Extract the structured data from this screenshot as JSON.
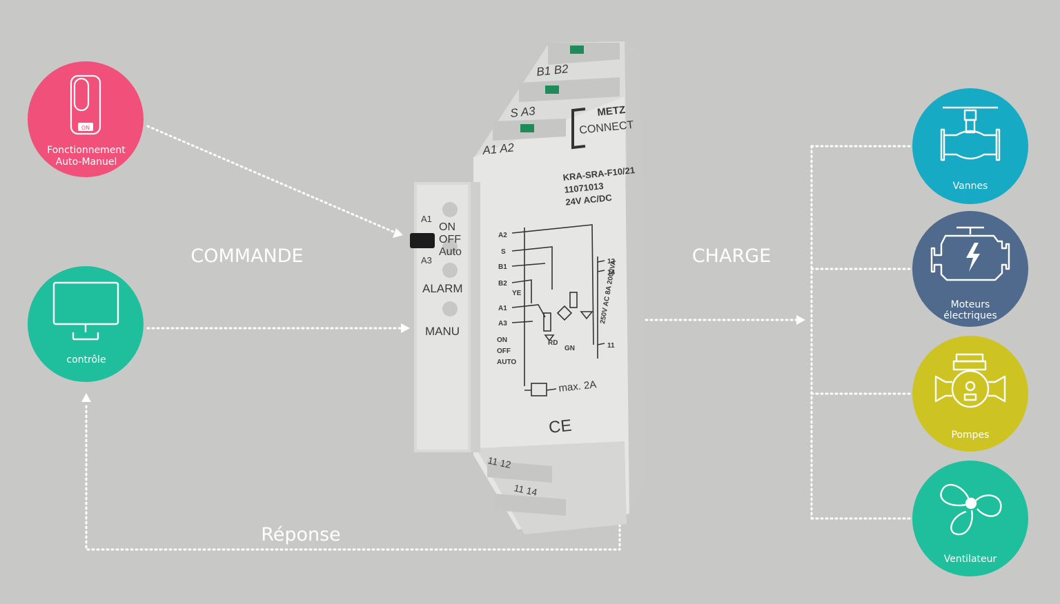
{
  "flow_labels": {
    "commande": "COMMANDE",
    "charge": "CHARGE",
    "reponse": "Réponse"
  },
  "inputs": [
    {
      "id": "auto-manual",
      "label_line1": "Fonctionnement",
      "label_line2": "Auto-Manuel",
      "icon": "switch-icon",
      "color": "#f0507a",
      "icon_text": "ON"
    },
    {
      "id": "control",
      "label_line1": "contrôle",
      "icon": "monitor-icon",
      "color": "#1fbf9d"
    }
  ],
  "outputs": [
    {
      "id": "valves",
      "label_line1": "Vannes",
      "icon": "valve-icon",
      "color": "#17aac4"
    },
    {
      "id": "motors",
      "label_line1": "Moteurs",
      "label_line2": "électriques",
      "icon": "motor-icon",
      "color": "#4f6a8c"
    },
    {
      "id": "pumps",
      "label_line1": "Pompes",
      "icon": "pump-icon",
      "color": "#cdc423"
    },
    {
      "id": "fan",
      "label_line1": "Ventilateur",
      "icon": "fan-icon",
      "color": "#1fbf9d"
    }
  ],
  "device": {
    "brand_line1": "METZ",
    "brand_line2": "CONNECT",
    "model": "KRA-SRA-F10/21",
    "part_number": "11071013",
    "voltage": "24V AC/DC",
    "top_terminals": [
      "B1 B2",
      "S  A3",
      "A1 A2"
    ],
    "bottom_terminals": [
      "11 12",
      "11 14"
    ],
    "switch_labels": [
      "A1",
      "ON",
      "OFF",
      "Auto",
      "A3"
    ],
    "indicators": [
      "ALARM",
      "MANU"
    ],
    "schematic_left_labels": [
      "A2",
      "S",
      "B1",
      "B2",
      "YE",
      "A1",
      "A3"
    ],
    "schematic_right_labels": [
      "12",
      "14",
      "11"
    ],
    "mode_labels": [
      "ON",
      "OFF",
      "AUTO"
    ],
    "rating": "250V AC 8A 2000VA",
    "fuse": "max. 2A",
    "ce_mark": "CE",
    "led_labels": [
      "RD",
      "GN"
    ]
  },
  "colors": {
    "background": "#c8c9c7",
    "connector": "#ffffff",
    "device_body": "#e3e4e2",
    "terminal_green": "#1f8a5a"
  }
}
